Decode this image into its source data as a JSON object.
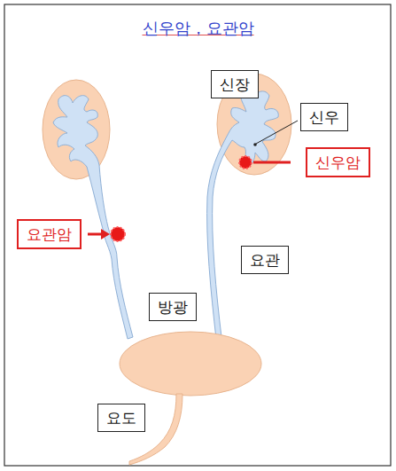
{
  "diagram": {
    "title": "신우암，요관암",
    "nodes": [
      {
        "text": [
          "신장"
        ]
      },
      {
        "text": [
          "신우"
        ]
      },
      {
        "text": [
          "신우암"
        ]
      },
      {
        "text": [
          "요관암"
        ]
      },
      {
        "text": [
          "요관"
        ]
      },
      {
        "text": [
          "방광"
        ]
      },
      {
        "text": [
          "요도"
        ]
      }
    ]
  }
}
